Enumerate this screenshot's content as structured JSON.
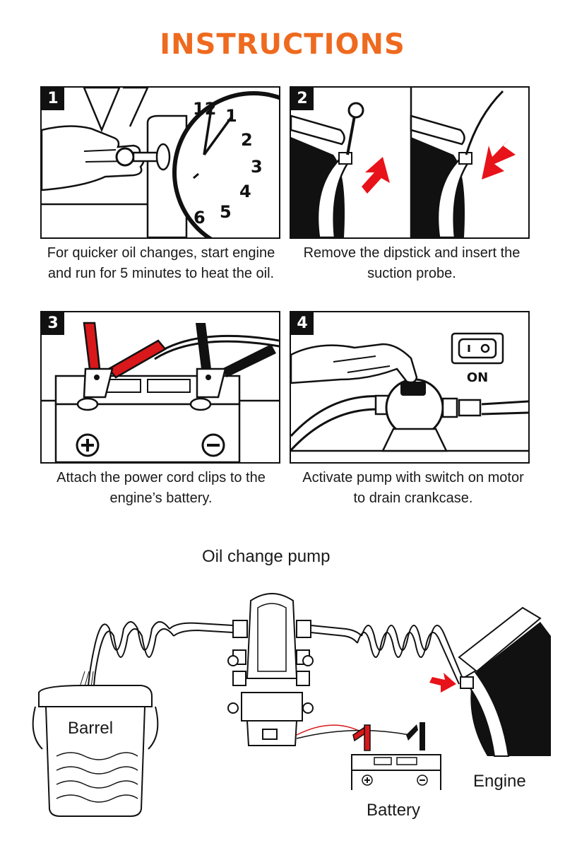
{
  "header": {
    "title": "INSTRUCTIONS"
  },
  "steps": [
    {
      "number": "1",
      "caption": "For quicker oil changes, start engine and run for 5 minutes to heat the oil."
    },
    {
      "number": "2",
      "caption": "Remove the dipstick and insert the suction probe."
    },
    {
      "number": "3",
      "caption": "Attach the power cord clips to the engine’s battery."
    },
    {
      "number": "4",
      "caption": "Activate pump with switch on motor to drain crankcase."
    }
  ],
  "clock": {
    "numerals": [
      "12",
      "1",
      "2",
      "3",
      "4",
      "5",
      "6"
    ]
  },
  "switch": {
    "label": "ON"
  },
  "diagram": {
    "pump_label": "Oil change pump",
    "barrel_label": "Barrel",
    "engine_label": "Engine",
    "battery_label": "Battery"
  },
  "colors": {
    "accent": "#ee6a1f",
    "red_clip": "#d9181b",
    "arrow_red": "#e8121a",
    "ink": "#111111"
  }
}
